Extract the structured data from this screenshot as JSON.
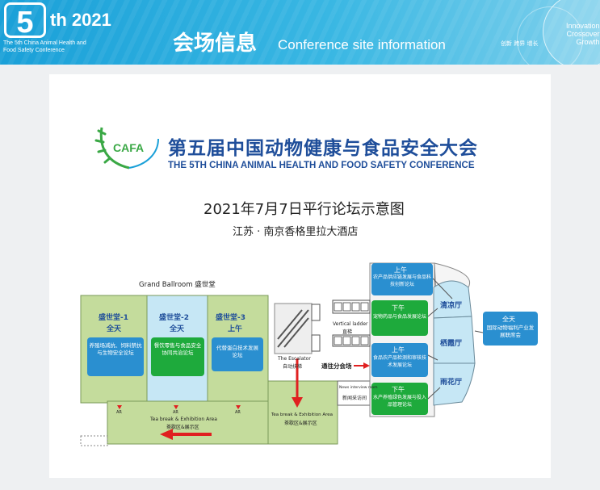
{
  "banner": {
    "logo_number": "5",
    "logo_suffix": "th 2021",
    "logo_sub_line1": "The 5th China Animal Health and",
    "logo_sub_line2": "Food Safety Conference",
    "title_cn": "会场信息",
    "title_en": "Conference site information",
    "motto_line1": "Innovation",
    "motto_line2": "Crossover",
    "motto_line3": "Growth",
    "tagline": "创新 跨界 增长"
  },
  "header": {
    "cafa_text": "CAFA",
    "conference_cn": "第五届中国动物健康与食品安全大会",
    "conference_en": "THE 5TH CHINA ANIMAL HEALTH AND FOOD SAFETY CONFERENCE",
    "diagram_title": "2021年7月7日平行论坛示意图",
    "venue": "江苏 · 南京香格里拉大酒店"
  },
  "colors": {
    "room_green": "#c4dc9c",
    "room_blue": "#c6e7f5",
    "forum_blue": "#2a8fd0",
    "forum_green": "#1eaa3c",
    "hall_navy": "#1f4e9a",
    "arrow_red": "#e02020"
  },
  "floorplan": {
    "ballroom_label": "Grand Ballroom  盛世堂",
    "rooms": [
      {
        "name": "盛世堂-1",
        "time": "全天",
        "forum": "养殖场减抗、饲料禁抗与生物安全论坛"
      },
      {
        "name": "盛世堂-2",
        "time": "全天",
        "forum": "餐饮零售与食品安全协同共治论坛"
      },
      {
        "name": "盛世堂-3",
        "time": "上午",
        "forum": "代替蛋白技术发展论坛"
      }
    ],
    "escalator_label_en": "The Escalator",
    "escalator_label_cn": "自动扶梯",
    "ladder_label_en": "Vertical ladder",
    "ladder_label_cn": "直梯",
    "to_forum": "通往分会场",
    "interview_en": "News interview room",
    "interview_cn": "新闻采访间",
    "tea_en": "Tea break & Exhibition Area",
    "tea_cn": "茶歇区&展示区",
    "ar_label": "AR",
    "side_halls": [
      "清凉厅",
      "栖霞厅",
      "雨花厅"
    ],
    "side_forums": [
      {
        "time": "上午",
        "forum": "农产品供应链发展与食品科技创新论坛",
        "color": "blue"
      },
      {
        "time": "下午",
        "forum": "宠物药品与食品发展论坛",
        "color": "green"
      },
      {
        "time": "上午",
        "forum": "食品农产品检测和审核技术发展论坛",
        "color": "blue"
      },
      {
        "time": "下午",
        "forum": "水产养殖绿色发展与投入品管理论坛",
        "color": "green"
      }
    ],
    "welfare_time": "全天",
    "welfare_forum": "国际动物福利产业发展联席会"
  }
}
